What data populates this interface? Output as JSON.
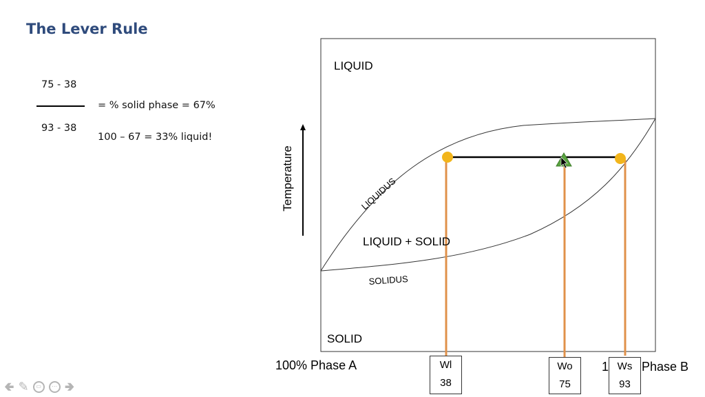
{
  "slide": {
    "title": "The Lever Rule",
    "numerator": "75 - 38",
    "denominator": "93 - 38",
    "equation_solid": "= % solid phase = 67%",
    "equation_liquid": "100 – 67 = 33% liquid!"
  },
  "diagram": {
    "y_axis_label": "Temperature",
    "regions": {
      "liquid": "LIQUID",
      "liquid_solid": "LIQUID + SOLID",
      "solid": "SOLID"
    },
    "curves": {
      "liquidus": "LIQUIDUS",
      "solidus": "SOLIDUS"
    },
    "x_left_label": "100% Phase A",
    "x_right_label_prefix": "1",
    "x_right_label": "Phase B",
    "markers": [
      {
        "label": "Wl",
        "value": "38",
        "composition": 38
      },
      {
        "label": "Wo",
        "value": "75",
        "composition": 75
      },
      {
        "label": "Ws",
        "value": "93",
        "composition": 93
      }
    ],
    "colors": {
      "drop_lines": "#e0914a",
      "end_points": "#f2b51b",
      "overall_point": "#5aa340",
      "title": "#2f4b7c"
    }
  },
  "toolbar": {
    "icons": [
      "arrow-left-icon",
      "pen-icon",
      "subtitles-icon",
      "more-icon",
      "arrow-right-icon"
    ]
  }
}
